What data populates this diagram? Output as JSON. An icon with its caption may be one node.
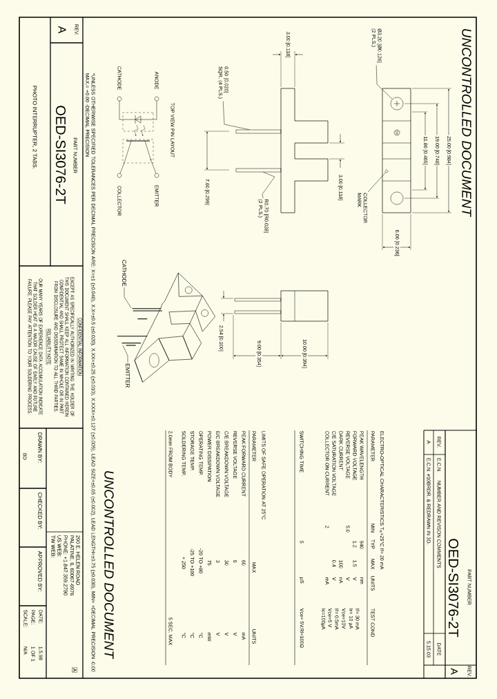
{
  "diagram": {
    "nodes": [
      {
        "text": [
          "Ø3.20 [Ø0.126] (2 PLS.)"
        ]
      },
      {
        "text": [
          "COLLECTOR MARK"
        ]
      },
      {
        "text": [
          "R0.70 [R0.028] (2 PLS.)"
        ]
      },
      {
        "text": [
          "0.50 [0.020] SQR. (4 PLS.)"
        ]
      },
      {
        "text": [
          "CATHODE"
        ]
      },
      {
        "text": [
          "EMITTER"
        ]
      },
      {
        "text": [],
        "shape": "circle"
      },
      {
        "text": [],
        "shape": "diamond"
      },
      {
        "text": [],
        "shape": "bar"
      },
      {
        "text": [],
        "shape": "bar"
      }
    ],
    "edges": [
      {
        "from": 0,
        "to": 6,
        "arrow": "none"
      },
      {
        "from": 1,
        "to": 7,
        "arrow": "none"
      },
      {
        "from": 2,
        "to": 9,
        "arrow": "none"
      },
      {
        "from": 3,
        "to": 8,
        "arrow": "none"
      },
      {
        "from": 4,
        "to": null,
        "arrow": "none"
      },
      {
        "from": 5,
        "to": null,
        "arrow": "none"
      }
    ],
    "labels": [
      "UNCONTROLLED DOCUMENT",
      "25.00 [0.984]",
      "19.00 [0.748]",
      "11.80 [0.465]",
      "6.00 [0.236]",
      "3.00 [0.118]",
      "3.00 [0.118]",
      "7.60 [0.299]",
      "10.00 [0.394]",
      "9.00 [0.354]",
      "2.54 [0.100]",
      "TOP VIEW PIN LAYOUT",
      "ANODE",
      "EMITTER",
      "CATHODE",
      "COLLECTOR",
      "PART NUMBER",
      "OED-SI3076-2T",
      "REV.",
      "A",
      "REV.",
      "E.C.N.",
      "NUMBER AND REVISON COMMENTS",
      "DATE",
      "A",
      "E.C.N. #10BRDR. & REDRAWN IN 3D.",
      "5.15.03",
      "ELECTRO-OPTICAL CHARACTERISTICS T$_{A}$=25°C If= 20 mA",
      "PARAMETER",
      "MIN",
      "TYP",
      "MAX",
      "UNITS",
      "TEST COND",
      "PEAK WAVELENGTH",
      "940",
      "nm",
      "If= 30 mA",
      "FORWARD VOLTAGE",
      "1.2",
      "1.5",
      "V",
      "Ir= 10 µA",
      "REVERSE VOLTAGE",
      "5.0",
      "V",
      "Vce=10V",
      "DARK CURRENT",
      "100",
      "nA",
      "If= 0.5mA",
      "C/E SATURATION VOLTAGE",
      "0.4",
      "V",
      "Vce=5 V",
      "COLLECTOR ON CURRENT",
      "2",
      "mA",
      "Ic=100µA",
      "SWITCHING TIME",
      "5",
      "µS",
      "Vce= 5V,Rl=100Ω",
      "LIMITS OF SAFE OPERATION AT 25°C",
      "PARAMETER",
      "MAX",
      "UNITS",
      "PEAK FORWARD CURRENT",
      "60",
      "mA",
      "REVERSE VOLTAGE",
      "6",
      "V",
      "C/E BREAKDOWN VOLTAGE",
      "30",
      "V",
      "E/C BREAKDOWN VOLTAGE",
      "3",
      "V",
      "POWER DISSIPATION",
      "75",
      "mW",
      "OPERATING TEMP.",
      "-20 TO +80",
      "°C",
      "STORAGE TEMP.",
      "-25 TO +100",
      "°C",
      "SOLDERING TEMP.",
      "+ 250",
      "°C",
      "2.0mm FROM BODY",
      "5 SEC. MAX",
      "*UNLESS OTHERWISE SPECIFIED TOLERANCES PER DECIMAL PRECISION ARE: X=±1 (±0.040), X.X=±0.5 (±0.020), X.XX=±0.25 (±0.010), X.XXX=±0.127 (±0.005), LEAD SIZE=±0.05 (±0.002), LEAD LENGTH=±0.75 (±0.030), MIN= +DECIMAL PRECISION -0.00 MAX.= +0.00 -DECIMAL PRECISION",
      "UNCONTROLLED DOCUMENT",
      "REV.",
      "A",
      "PART NUMBER",
      "OED-SI3076-2T",
      "CONFIDENTIAL INFORMATION",
      "EXCEPT AS SPECIFICALLY AUTHORIZED IN WRITING THE HOLDER OF THIS DOCUMENT SHALL KEEP ALL INFORMATION CONTAINED HEREIN CONFIDENTIAL AND SHALL PROTECT SAME IN WHOLE OR IN PART FROM DISCLOSURE AND DISSEMINATION TO ALL THIRD PARTIES.",
      "RELIABILITY NOTE",
      "OUR MANY YEARS OF EXPERIENCE DATA ACCUMULATION INDICATE THAT SOLDER HEAT IS A MAJOR CAUSE OF EARLY AND FUTURE FAILURE. PLEASE PAY ATTENTION TO YOUR SOLDERING PROCESS.",
      "290 E. HELEN ROAD",
      "PALATINE, IL 60067-6976",
      "PHONE: +1.847.359.2790",
      "US WEB:",
      "TW WEB:",
      "A",
      "DRAWN BY:",
      "BD",
      "CHECKED BY:",
      "APPROVED BY:",
      "DATE:",
      "1.5.98",
      "PAGE:",
      "1 OF 1",
      "SCALE:",
      "N/A",
      "PHOTO INTERRUPTER, 2 TABS."
    ]
  }
}
